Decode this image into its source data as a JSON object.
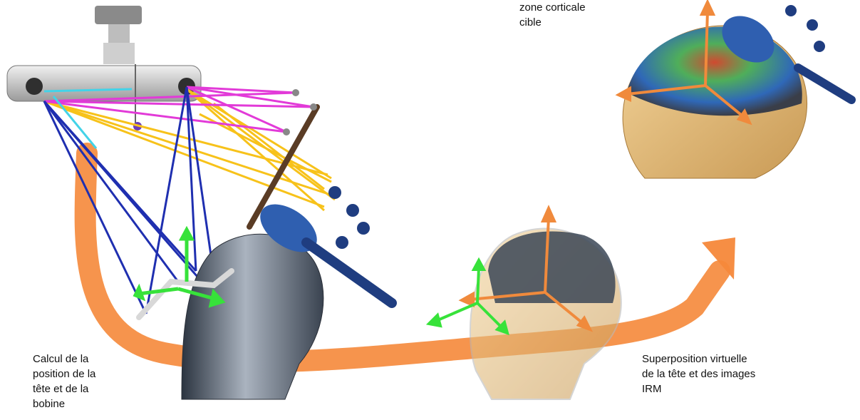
{
  "labels": {
    "target_zone": [
      "zone corticale",
      "cible"
    ],
    "calculation": [
      "Calcul de la",
      "position de la",
      "tête et de la",
      "bobine"
    ],
    "superposition": [
      "Superposition virtuelle",
      "de la tête et des images",
      "IRM"
    ]
  },
  "colors": {
    "flow_arrow": "#f5883a",
    "infrared_blue": "#1f2fb0",
    "infrared_magenta": "#e23ad8",
    "infrared_yellow": "#f7c21a",
    "infrared_cyan": "#43d3e8",
    "axis_orange": "#f08a3c",
    "axis_green": "#37e23a",
    "coil_blue": "#2f5fb0"
  }
}
